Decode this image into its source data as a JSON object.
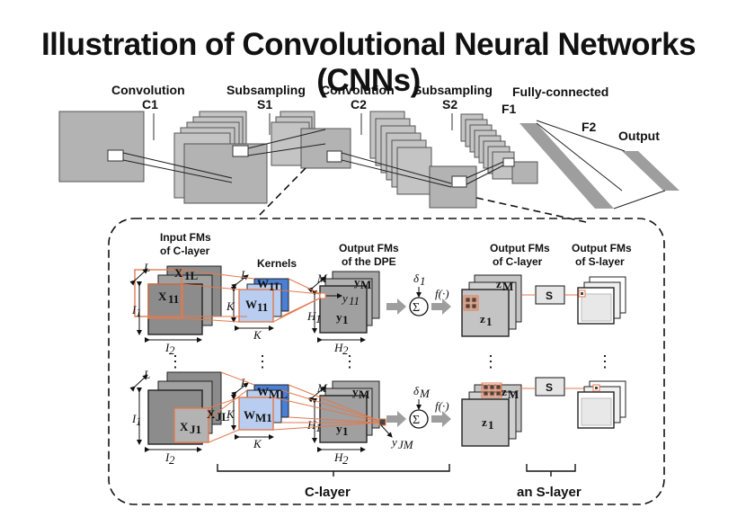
{
  "title": "Illustration of Convolutional Neural Networks (CNNs)",
  "stages": {
    "conv1_name": "Convolution",
    "c1": "C1",
    "sub1_name": "Subsampling",
    "s1": "S1",
    "conv2_name": "Convolution",
    "c2": "C2",
    "sub2_name": "Subsampling",
    "s2": "S2",
    "fc_name": "Fully-connected",
    "f1": "F1",
    "f2": "F2",
    "output": "Output"
  },
  "detail": {
    "input_fms": [
      "Input FMs",
      "of C-layer"
    ],
    "kernels": "Kernels",
    "output_dpe": [
      "Output FMs",
      "of the DPE"
    ],
    "output_c": [
      "Output FMs",
      "of C-layer"
    ],
    "output_s": [
      "Output FMs",
      "of S-layer"
    ],
    "c_layer": "C-layer",
    "s_layer": "an S-layer",
    "s_box": "S",
    "func": "f(·)",
    "sigma": "Σ",
    "dots": "⋮",
    "top": {
      "x1L": "X",
      "x1L_sub": "1L",
      "x11": "X",
      "x11_sub": "11",
      "w1L": "W",
      "w1L_sub": "1L",
      "w11": "W",
      "w11_sub": "11",
      "yM": "y",
      "yM_sub": "M",
      "y1": "y",
      "y1_sub": "1",
      "y11": "y",
      "y11_sub": "11",
      "zM": "z",
      "zM_sub": "M",
      "z1": "z",
      "z1_sub": "1",
      "delta": "δ",
      "delta_sub": "1"
    },
    "bottom": {
      "xJL": "X",
      "xJL_sub": "JL",
      "xJ1": "X",
      "xJ1_sub": "J1",
      "wML": "W",
      "wML_sub": "ML",
      "wM1": "W",
      "wM1_sub": "M1",
      "yM": "y",
      "yM_sub": "M",
      "y1": "y",
      "y1_sub": "1",
      "yJM": "y",
      "yJM_sub": "JM",
      "zM": "z",
      "zM_sub": "M",
      "z1": "z",
      "z1_sub": "1",
      "delta": "δ",
      "delta_sub": "M"
    },
    "dims": {
      "L": "L",
      "I1": "I",
      "I1_sub": "1",
      "I2": "I",
      "I2_sub": "2",
      "K": "K",
      "M": "M",
      "H1": "H",
      "H1_sub": "1",
      "H2": "H",
      "H2_sub": "2"
    }
  },
  "colors": {
    "map_fill": "#b3b3b3",
    "map_dark": "#8c8c8c",
    "kernel_blue": "#4a7fd4",
    "kernel_light": "#b8cdef",
    "accent_orange": "#e07a4f",
    "arrow_gray": "#9e9e9e"
  }
}
